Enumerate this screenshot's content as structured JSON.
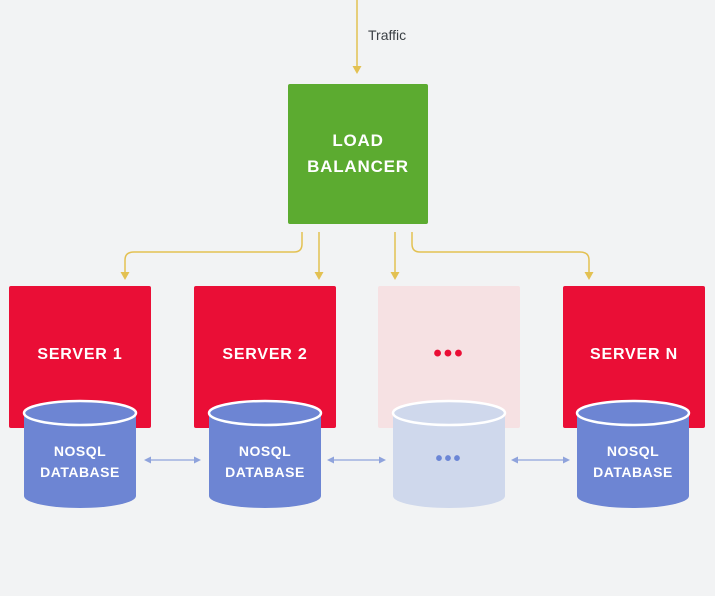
{
  "traffic_label": "Traffic",
  "load_balancer": {
    "line1": "LOAD",
    "line2": "BALANCER"
  },
  "servers": [
    {
      "label": "SERVER 1"
    },
    {
      "label": "SERVER 2"
    },
    {
      "label": "•••"
    },
    {
      "label": "SERVER N"
    }
  ],
  "databases": [
    {
      "line1": "NOSQL",
      "line2": "DATABASE"
    },
    {
      "line1": "NOSQL",
      "line2": "DATABASE"
    },
    {
      "line1": "•••",
      "line2": ""
    },
    {
      "line1": "NOSQL",
      "line2": "DATABASE"
    }
  ],
  "colors": {
    "load_balancer": "#5cab30",
    "server": "#ea0e36",
    "server_placeholder": "#f6e1e3",
    "database": "#6d85d3",
    "database_placeholder": "#cfd8ec",
    "arrow_traffic": "#e3c152",
    "arrow_sync": "#8fa3dc"
  }
}
